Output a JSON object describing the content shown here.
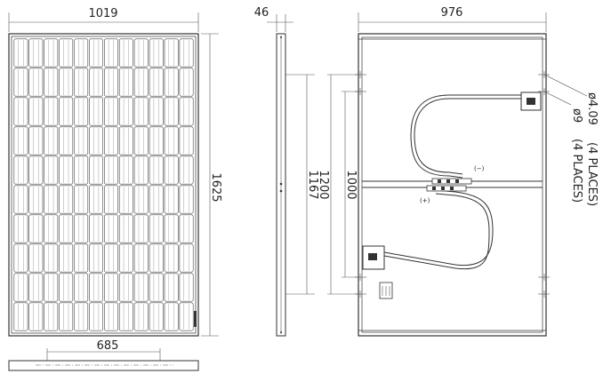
{
  "front_view": {
    "width_label": "1019",
    "height_label": "1625",
    "grid_columns": 12,
    "grid_rows": 10
  },
  "side_view": {
    "thickness_label": "46",
    "hole_spacing_label": "1167"
  },
  "rear_view": {
    "width_label": "976",
    "hole_spacing_a_label": "1200",
    "hole_spacing_b_label": "1000",
    "hole_small_label": "ø4.09",
    "hole_small_places": "(4 PLACES)",
    "hole_large_label": "ø9",
    "hole_large_places": "(4 PLACES)",
    "minus_label": "(−)",
    "plus_label": "(+)"
  },
  "bottom_view": {
    "span_label": "685"
  }
}
